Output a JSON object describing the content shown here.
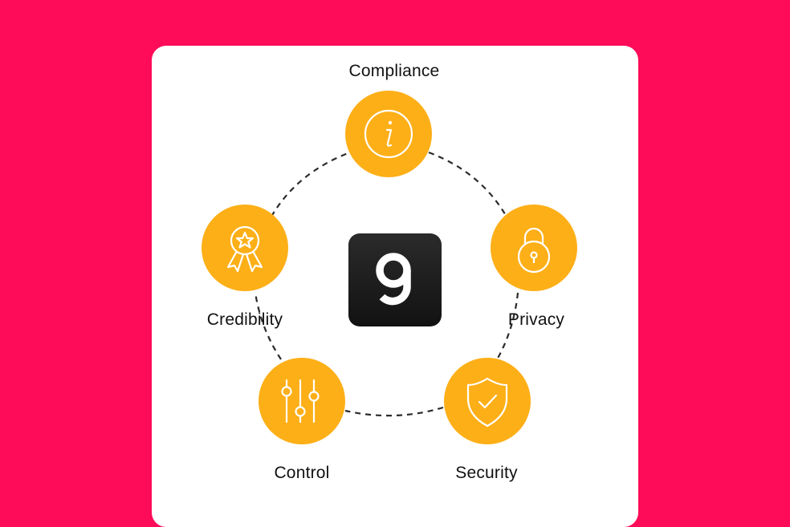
{
  "diagram": {
    "center": {
      "logo_letter": "9",
      "logo_icon": "g-logo-icon"
    },
    "nodes": [
      {
        "key": "compliance",
        "label": "Compliance",
        "icon": "info-icon"
      },
      {
        "key": "privacy",
        "label": "Privacy",
        "icon": "padlock-icon"
      },
      {
        "key": "security",
        "label": "Security",
        "icon": "shield-check-icon"
      },
      {
        "key": "control",
        "label": "Control",
        "icon": "sliders-icon"
      },
      {
        "key": "credibility",
        "label": "Credibility",
        "icon": "award-ribbon-icon"
      }
    ],
    "colors": {
      "background": "#fe0b59",
      "card": "#ffffff",
      "node_fill": "#fdaf17",
      "icon_stroke": "#ffffff",
      "connector": "#2b2b2b",
      "logo_bg": "#1a1a1a"
    }
  }
}
